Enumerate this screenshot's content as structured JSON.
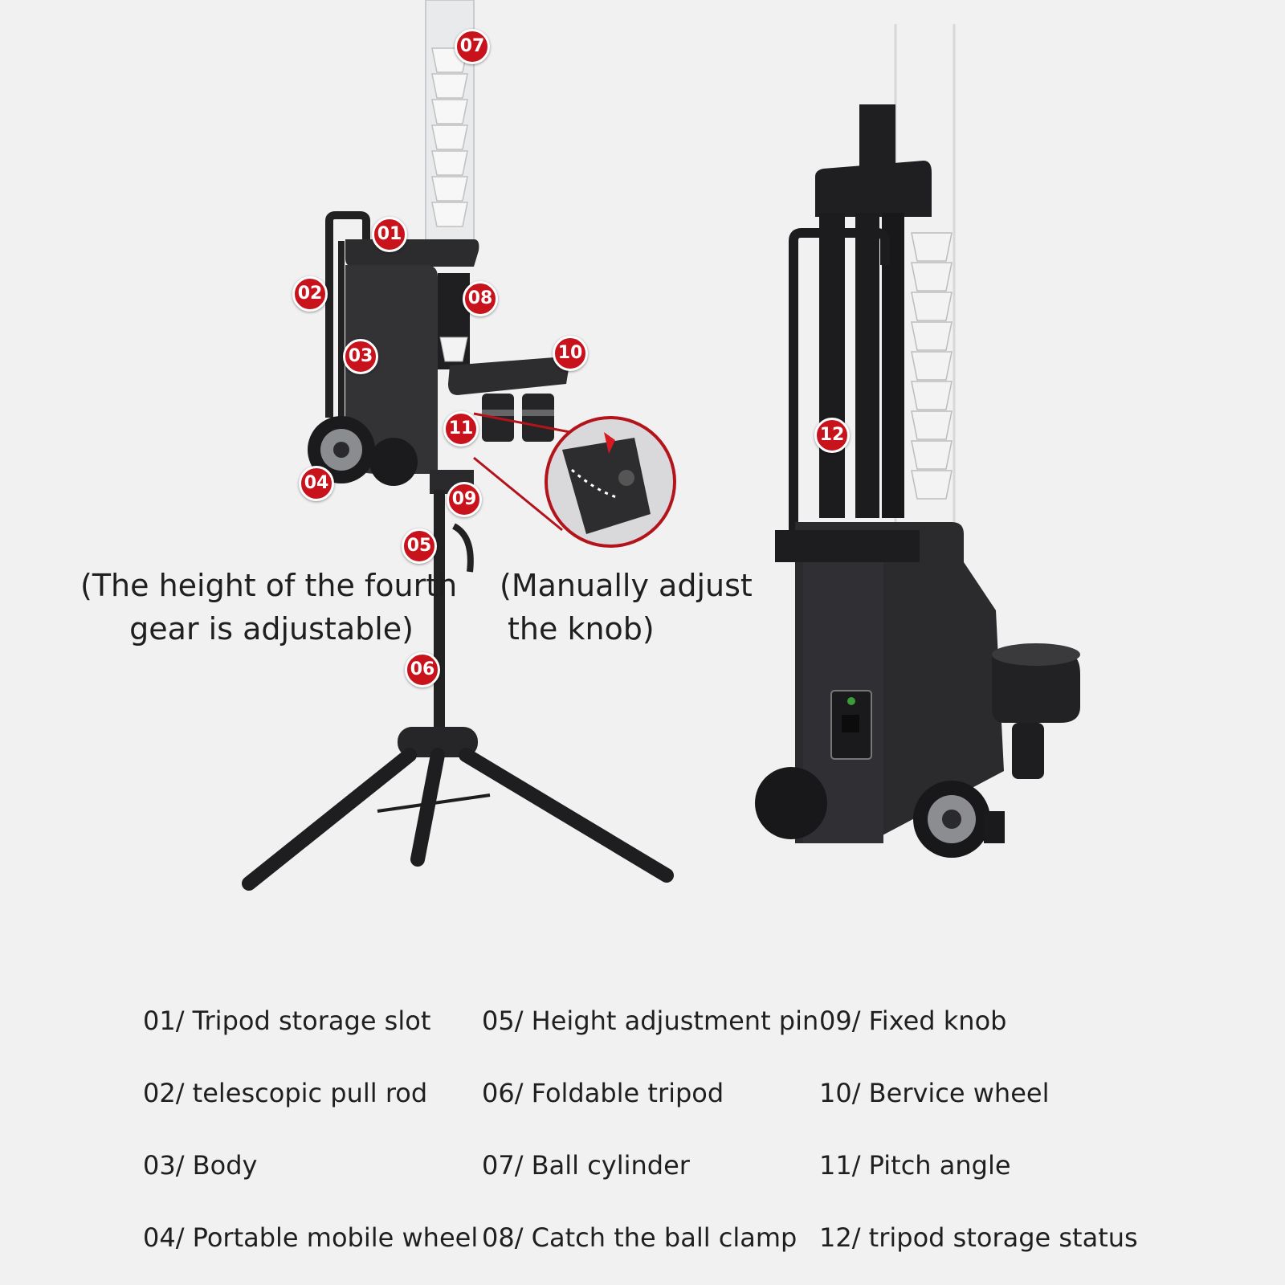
{
  "colors": {
    "background": "#f1f1f2",
    "marker": "#c8131c",
    "machine": "#2a2a2d"
  },
  "markers": {
    "m01": "01",
    "m02": "02",
    "m03": "03",
    "m04": "04",
    "m05": "05",
    "m06": "06",
    "m07": "07",
    "m08": "08",
    "m09": "09",
    "m10": "10",
    "m11": "11",
    "m12": "12"
  },
  "notes": {
    "height_line1": "(The height of the fourth",
    "height_line2": "gear is adjustable)",
    "knob_line1": "(Manually adjust",
    "knob_line2": "the knob)"
  },
  "legend": {
    "l01": "01/ Tripod storage slot",
    "l02": "02/ telescopic pull rod",
    "l03": "03/ Body",
    "l04": "04/ Portable mobile wheel",
    "l05": "05/ Height adjustment pin",
    "l06": "06/ Foldable tripod",
    "l07": "07/ Ball cylinder",
    "l08": "08/ Catch the ball clamp",
    "l09": "09/ Fixed knob",
    "l10": "10/ Bervice wheel",
    "l11": "11/ Pitch angle",
    "l12": "12/ tripod storage status"
  }
}
